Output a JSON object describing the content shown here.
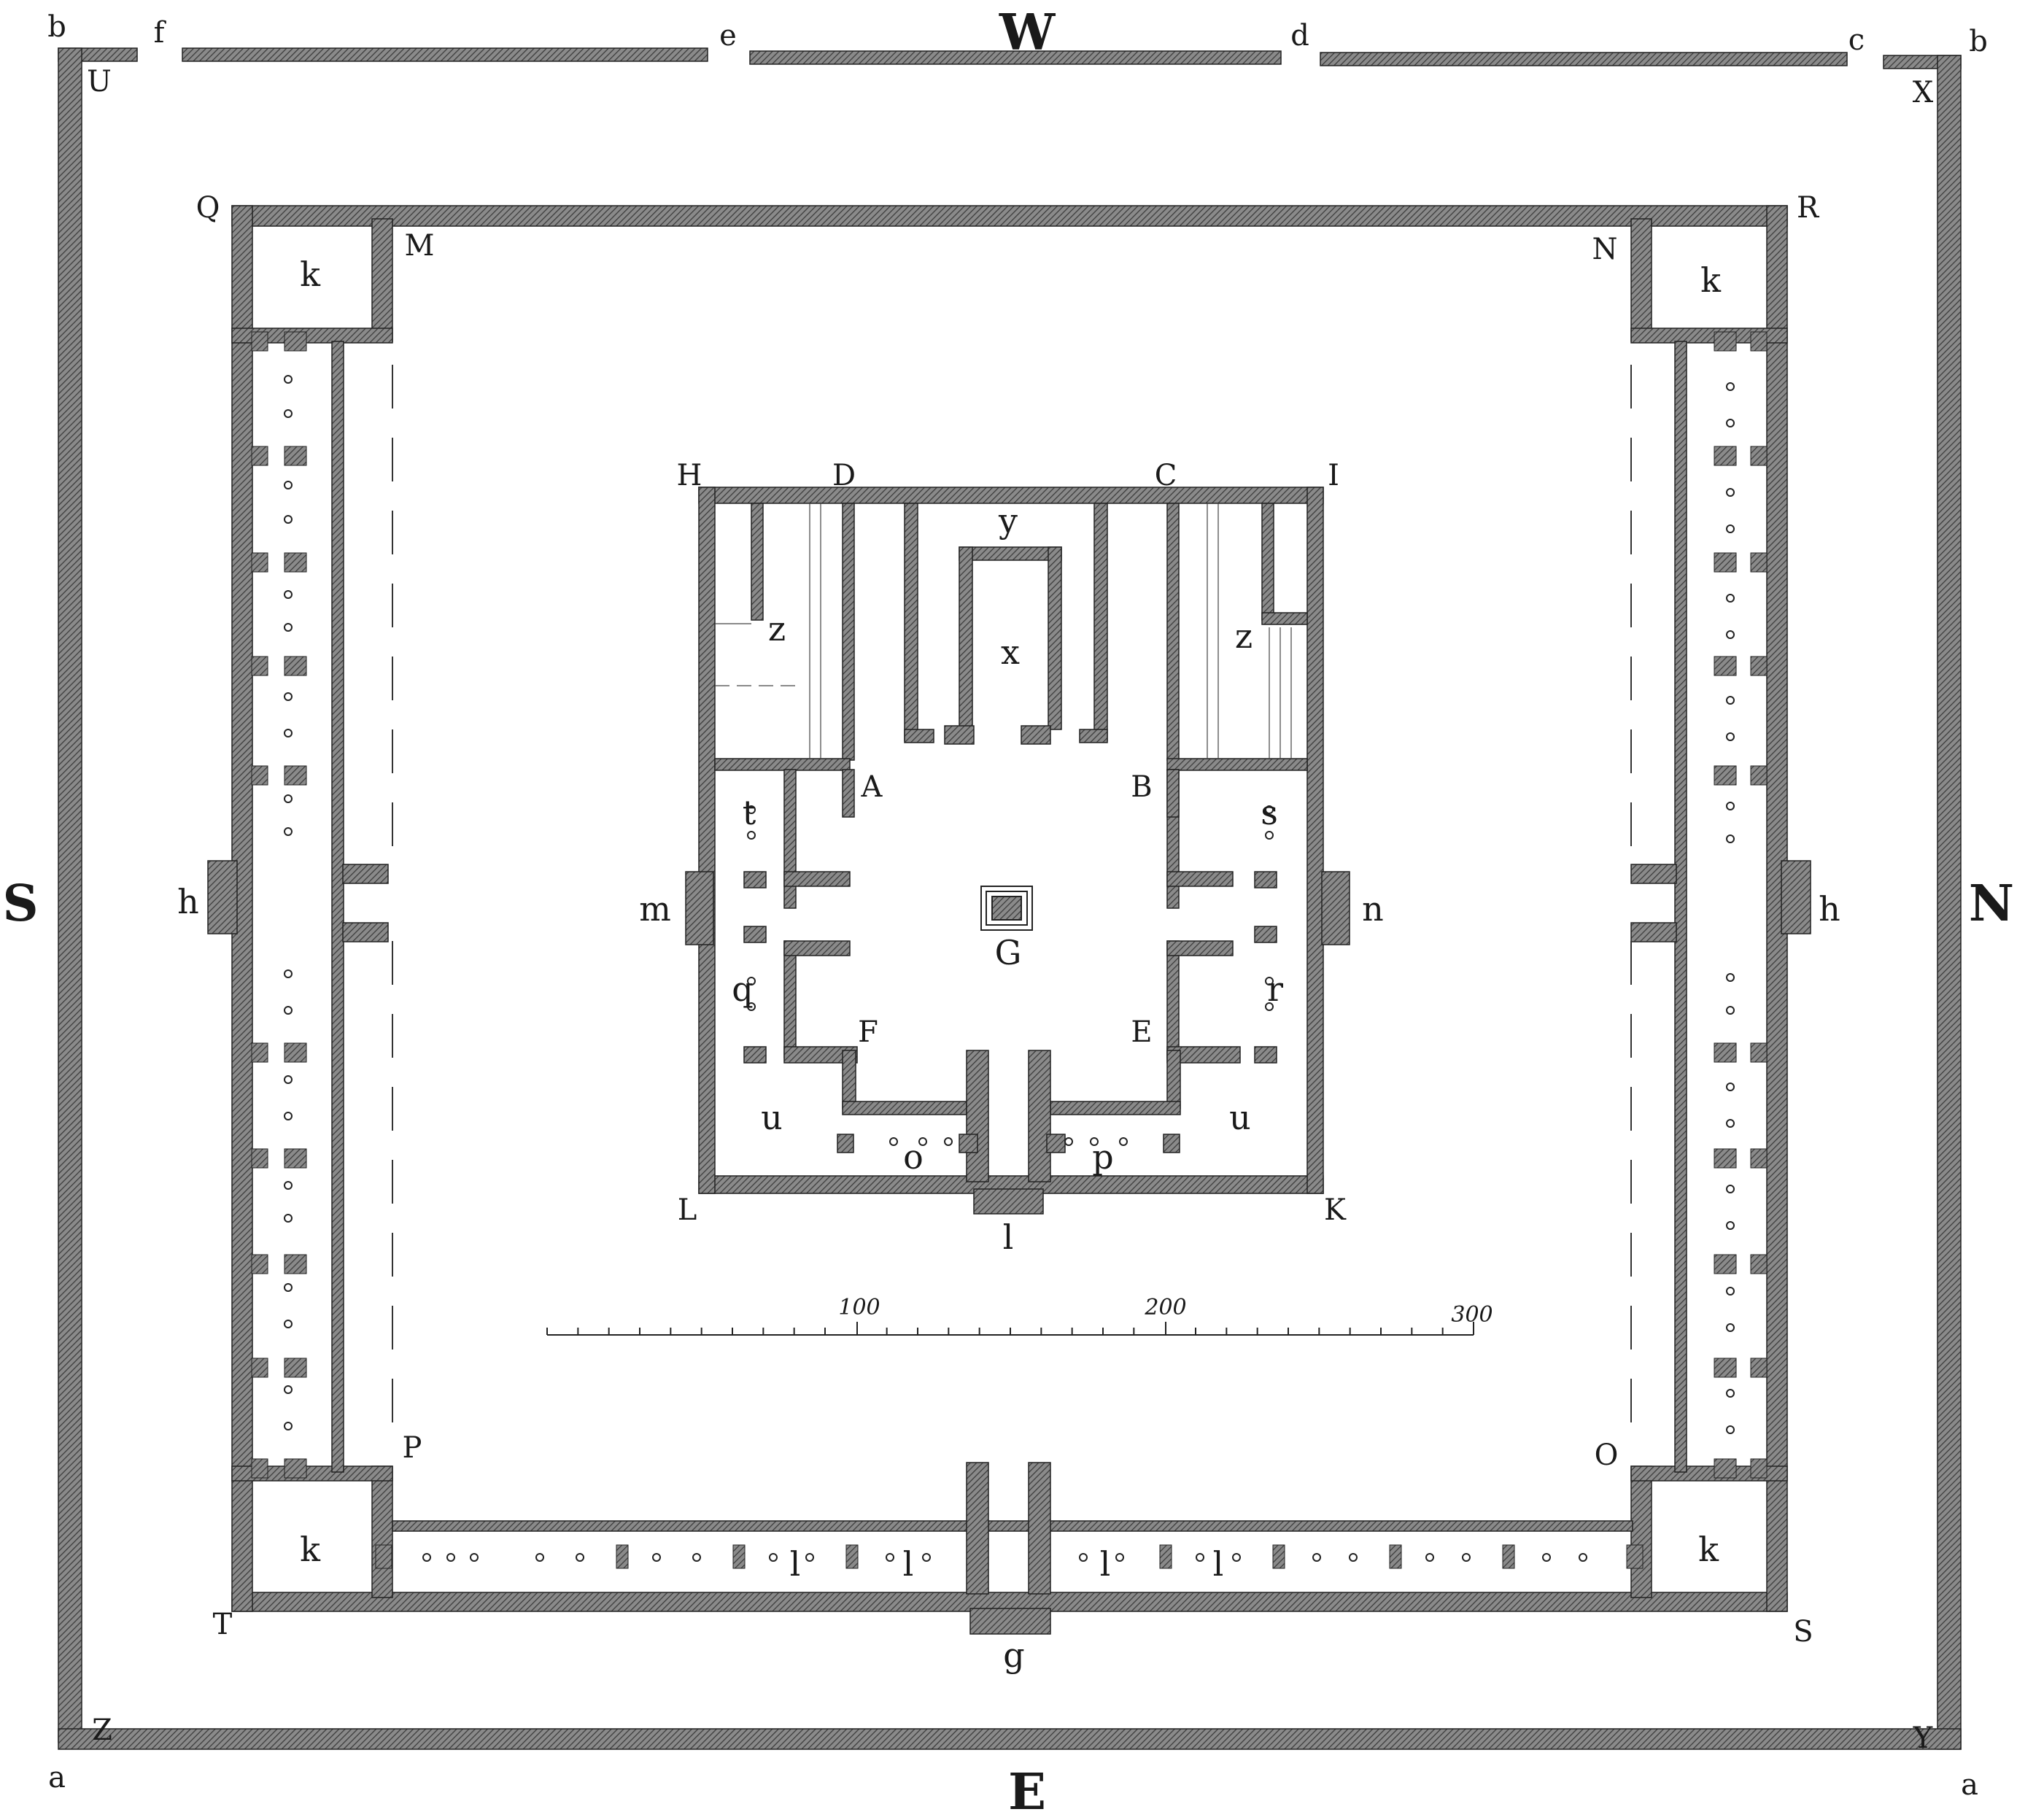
{
  "compass": {
    "top": "W",
    "bottom": "E",
    "left": "S",
    "right": "N"
  },
  "outer_wall": {
    "corner_top_left": "b",
    "corner_top_right": "b",
    "corner_bottom_left": "a",
    "corner_bottom_right": "a",
    "inner_top_left": "U",
    "inner_top_right": "X",
    "inner_bottom_left": "Z",
    "inner_bottom_right": "Y",
    "gap_f": "f",
    "gap_e": "e",
    "gap_d": "d",
    "gap_c": "c"
  },
  "middle_court": {
    "corner_Q": "Q",
    "corner_R": "R",
    "corner_T": "T",
    "corner_S": "S",
    "inner_M": "M",
    "inner_N": "N",
    "inner_P": "P",
    "inner_O": "O",
    "corner_room": "k",
    "gate_west": "h",
    "gate_east": "h",
    "gate_south": "g",
    "chamber": "l"
  },
  "inner_court": {
    "H": "H",
    "D": "D",
    "C": "C",
    "I": "I",
    "A": "A",
    "B": "B",
    "E": "E",
    "F": "F",
    "L": "L",
    "K": "K",
    "altar": "G",
    "gate_m": "m",
    "gate_n": "n",
    "gate_l": "l",
    "room_y": "y",
    "room_x": "x",
    "room_z": "z",
    "room_t": "t",
    "room_s": "s",
    "room_q": "q",
    "room_r": "r",
    "room_u": "u",
    "room_o": "o",
    "room_p": "p"
  },
  "scale": {
    "ticks": [
      "100",
      "200",
      "300"
    ],
    "max": 300
  },
  "colors": {
    "wall": "#6e6e6e",
    "wall_stroke": "#222222",
    "ink": "#1a1a1a"
  }
}
